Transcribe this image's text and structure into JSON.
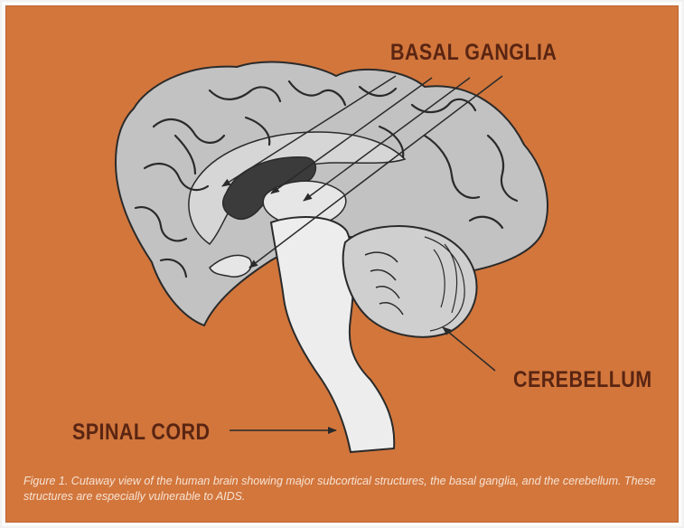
{
  "labels": {
    "basal_ganglia": "BASAL GANGLIA",
    "cerebellum": "CEREBELLUM",
    "spinal_cord": "SPINAL CORD"
  },
  "caption": "Figure 1. Cutaway view of the human brain showing major subcortical structures, the basal ganglia, and the cerebellum. These structures are especially vulnerable to AIDS.",
  "colors": {
    "background": "#d2763c",
    "brain": "#c2c2c2",
    "outline": "#2a2a2a",
    "label_text": "#5a2512",
    "caption_text": "#f7e3d3"
  }
}
